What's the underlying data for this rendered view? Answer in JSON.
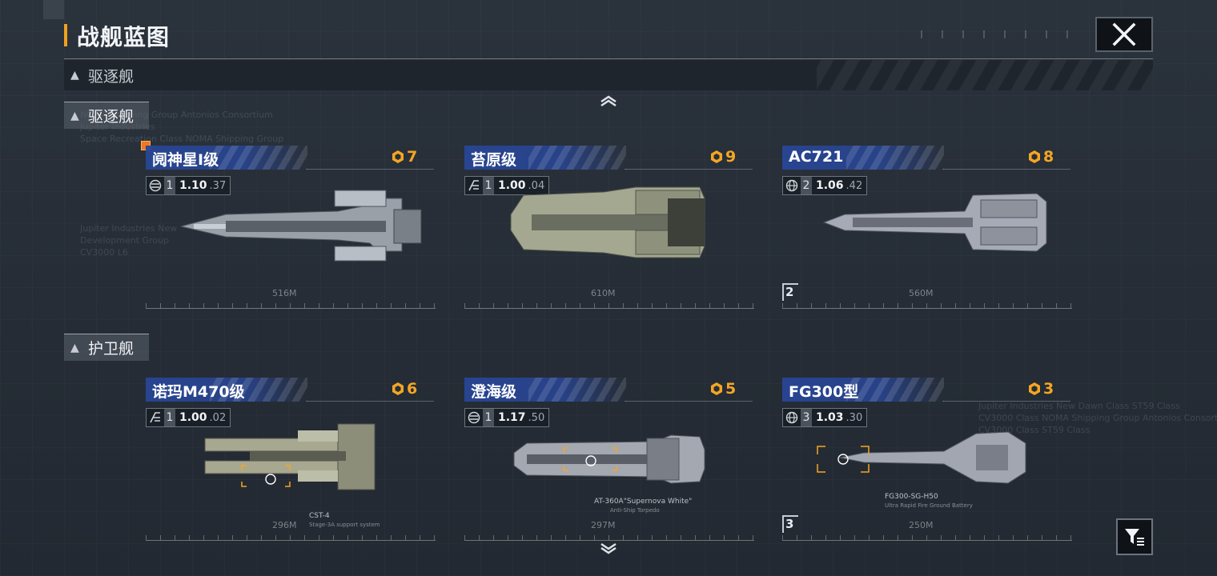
{
  "header": {
    "title": "战舰蓝图"
  },
  "category_dropdown": {
    "label": "驱逐舰"
  },
  "sections": [
    {
      "label": "驱逐舰",
      "ships": [
        {
          "name": "阋神星I级",
          "cost": "7",
          "tier": "1",
          "value": "1.10",
          "sub": ".37",
          "length": "516M",
          "level": ""
        },
        {
          "name": "苔原级",
          "cost": "9",
          "tier": "1",
          "value": "1.00",
          "sub": ".04",
          "length": "610M",
          "level": ""
        },
        {
          "name": "AC721",
          "cost": "8",
          "tier": "2",
          "value": "1.06",
          "sub": ".42",
          "length": "560M",
          "level": "2"
        }
      ]
    },
    {
      "label": "护卫舰",
      "ships": [
        {
          "name": "诺玛M470级",
          "cost": "6",
          "tier": "1",
          "value": "1.00",
          "sub": ".02",
          "length": "296M",
          "level": "",
          "weapon": "CST-4",
          "weapon_sub": "Stage-3A support system"
        },
        {
          "name": "澄海级",
          "cost": "5",
          "tier": "1",
          "value": "1.17",
          "sub": ".50",
          "length": "297M",
          "level": "",
          "weapon": "AT-360A\"Supernova White\"",
          "weapon_sub": "Anti-Ship Torpedo"
        },
        {
          "name": "FG300型",
          "cost": "3",
          "tier": "3",
          "value": "1.03",
          "sub": ".30",
          "length": "250M",
          "level": "3",
          "weapon": "FG300-SG-H50",
          "weapon_sub": "Ultra Rapid Fire Ground Battery"
        }
      ]
    }
  ],
  "colors": {
    "accent": "#f0a020",
    "cost": "#f5a623",
    "banner": "#28469a"
  },
  "icons": {
    "close": "close-icon",
    "filter": "filter-icon",
    "scroll_up": "chevron-up-icon",
    "scroll_down": "chevron-down-icon"
  }
}
